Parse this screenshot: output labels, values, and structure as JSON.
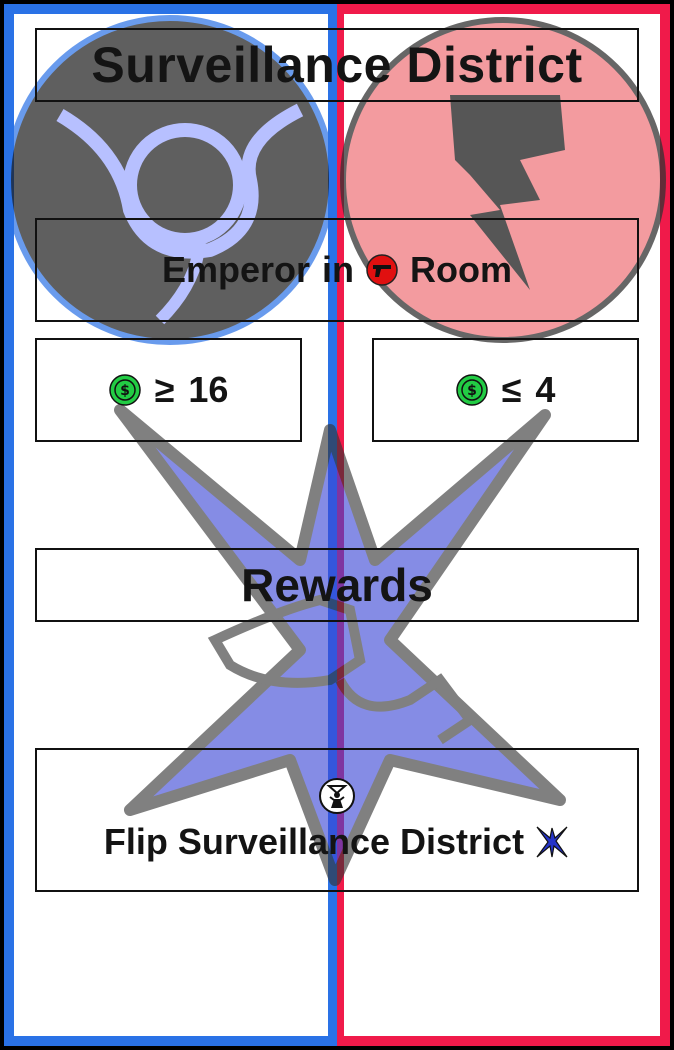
{
  "card": {
    "title": "Surveillance District",
    "condition": {
      "word1": "Emperor",
      "word2": "in",
      "icon": "gun-token-icon",
      "word3": "Room"
    },
    "requirements": [
      {
        "icon": "dollar-coin-icon",
        "operator": "≥",
        "value": "16"
      },
      {
        "icon": "dollar-coin-icon",
        "operator": "≤",
        "value": "4"
      }
    ],
    "rewards_heading": "Rewards",
    "reward": {
      "icon": "agent-token-icon",
      "text": "Flip Surveillance District",
      "end_icon": "blue-star-icon"
    }
  },
  "colors": {
    "left_faction": "#2a72e6",
    "right_faction": "#f01a4a",
    "coin": "#22cc44",
    "gun_token": "#e01010",
    "star": "#2433c8"
  },
  "background_icons": [
    "left-faction-emblem-icon",
    "right-faction-fist-bolt-icon",
    "four-point-star-icon"
  ]
}
